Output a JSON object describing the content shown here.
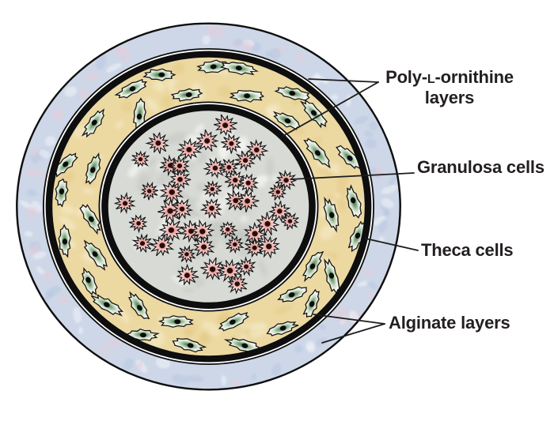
{
  "labels": {
    "poly_prefix": "Poly-",
    "poly_smallcap": "L",
    "poly_suffix": "-ornithine",
    "poly_line2": "layers",
    "granulosa": "Granulosa cells",
    "theca": "Theca cells",
    "alginate": "Alginate layers"
  },
  "colors": {
    "background": "#ffffff",
    "label_text": "#231f20",
    "leader_line": "#1c1c1c",
    "ring_black": "#0e0e0e",
    "ring_white_gap": "#ffffff",
    "alginate_blue_base": "#cdd7e7",
    "alginate_blue_speckle_pink": "#e6cdda",
    "alginate_blue_speckle_deep": "#b7c6e1",
    "alginate_blue_speckle_light": "#eff2f8",
    "alginate_tan_base": "#ecd9a2",
    "alginate_tan_dark": "#dfc078",
    "alginate_tan_light": "#f7efd2",
    "interior_gray_base": "#d8dad5",
    "interior_gray_light": "#f3f4f1",
    "interior_gray_dark": "#c2c5c0",
    "granulosa_pink_core": "#e88585",
    "granulosa_pink_mid": "#f2b3b0",
    "granulosa_tip_white": "#ffffff",
    "granulosa_nucleus": "#23100a",
    "theca_green_core": "#3f6b45",
    "theca_green_mid": "#86ab84",
    "theca_body_light": "#f0f6ee",
    "theca_nucleus": "#0c0c0c",
    "cell_outline": "#151515"
  }
}
